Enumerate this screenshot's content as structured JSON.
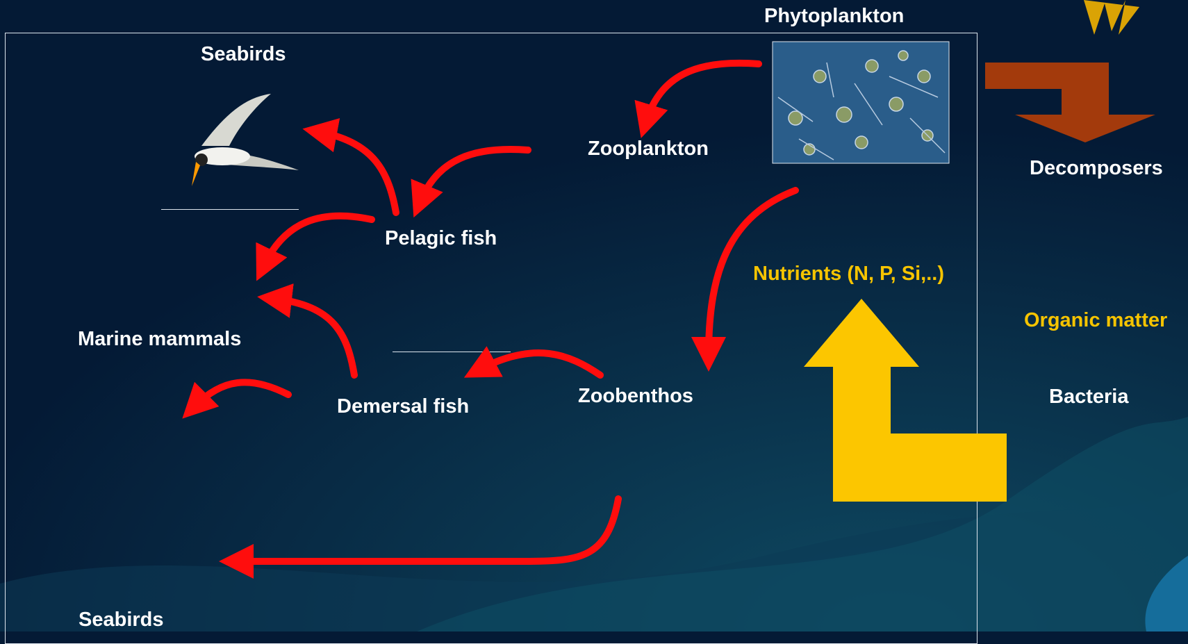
{
  "labels": {
    "phytoplankton": "Phytoplankton",
    "seabirds_top": "Seabirds",
    "zooplankton": "Zooplankton",
    "decomposers": "Decomposers",
    "pelagic_fish": "Pelagic fish",
    "nutrients": "Nutrients (N, P, Si,..)",
    "organic_matter": "Organic matter",
    "marine_mammals": "Marine mammals",
    "zoobenthos": "Zoobenthos",
    "demersal_fish": "Demersal fish",
    "bacteria": "Bacteria",
    "seabirds_bottom": "Seabirds"
  },
  "colors": {
    "background": "#041a35",
    "flow_arrow": "#ff0d0d",
    "nutrient_arrow": "#fcc600",
    "decomposer_arrow": "#a33a0c",
    "highlight_text": "#f6c400"
  }
}
